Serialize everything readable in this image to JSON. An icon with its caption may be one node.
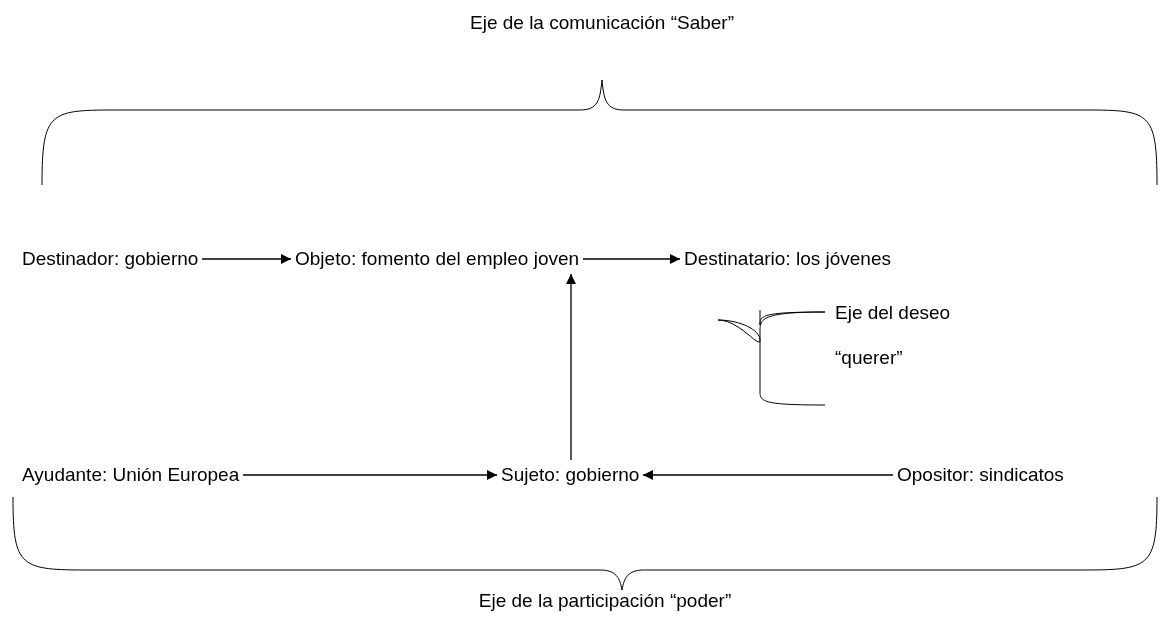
{
  "diagram": {
    "nodes": [
      {
        "text": [
          "Destinador: gobierno"
        ]
      },
      {
        "text": [
          "Objeto: fomento del empleo joven"
        ]
      },
      {
        "text": [
          "Destinatario: los jóvenes"
        ]
      },
      {
        "text": [
          "Ayudante: Unión Europea"
        ]
      },
      {
        "text": [
          "Sujeto: gobierno"
        ]
      },
      {
        "text": [
          "Opositor: sindicatos"
        ]
      }
    ],
    "edges": [
      {
        "from": 0,
        "to": 1,
        "arrow": "to"
      },
      {
        "from": 1,
        "to": 2,
        "arrow": "to"
      },
      {
        "from": 4,
        "to": 1,
        "arrow": "to"
      },
      {
        "from": 3,
        "to": 4,
        "arrow": "to"
      },
      {
        "from": 5,
        "to": 4,
        "arrow": "to"
      }
    ],
    "labels": [
      "Eje de la comunicación “Saber”",
      "Eje del deseo",
      "“querer”",
      "Eje de la participación “poder”"
    ]
  }
}
